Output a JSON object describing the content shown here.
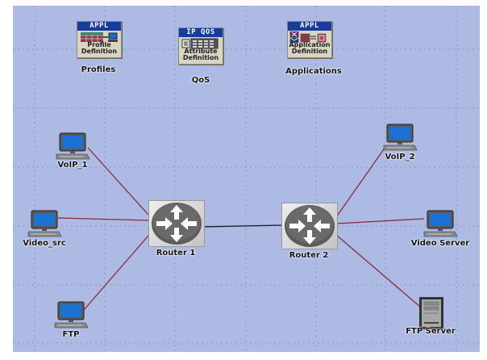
{
  "canvas": {
    "background": "#adbbe4",
    "grid_color": "#8d98b5",
    "link_color": "#8b2a3c",
    "backbone_color": "#1a1a2e"
  },
  "config_objects": [
    {
      "id": "profiles",
      "header": "APPL",
      "desc_line1": "Profile",
      "desc_line2": "Definition",
      "label": "Profiles",
      "icon": "profile-definition-icon"
    },
    {
      "id": "qos",
      "header": "IP QOS",
      "desc_line1": "Attribute",
      "desc_line2": "Definition",
      "label": "QoS",
      "icon": "attribute-definition-icon"
    },
    {
      "id": "applications",
      "header": "APPL",
      "desc_line1": "Application",
      "desc_line2": "Definition",
      "label": "Applications",
      "icon": "application-definition-icon"
    }
  ],
  "nodes": [
    {
      "id": "voip1",
      "label": "VoIP_1",
      "type": "workstation"
    },
    {
      "id": "videosrc",
      "label": "Video_src",
      "type": "workstation"
    },
    {
      "id": "ftp",
      "label": "FTP",
      "type": "workstation"
    },
    {
      "id": "router1",
      "label": "Router 1",
      "type": "router"
    },
    {
      "id": "router2",
      "label": "Router 2",
      "type": "router"
    },
    {
      "id": "voip2",
      "label": "VoIP_2",
      "type": "workstation"
    },
    {
      "id": "videoserver",
      "label": "Video Server",
      "type": "workstation"
    },
    {
      "id": "ftpserver",
      "label": "FTP Server",
      "type": "server"
    }
  ],
  "links": [
    {
      "from": "voip1",
      "to": "router1"
    },
    {
      "from": "videosrc",
      "to": "router1"
    },
    {
      "from": "ftp",
      "to": "router1"
    },
    {
      "from": "router1",
      "to": "router2"
    },
    {
      "from": "router2",
      "to": "voip2"
    },
    {
      "from": "router2",
      "to": "videoserver"
    },
    {
      "from": "router2",
      "to": "ftpserver"
    }
  ]
}
